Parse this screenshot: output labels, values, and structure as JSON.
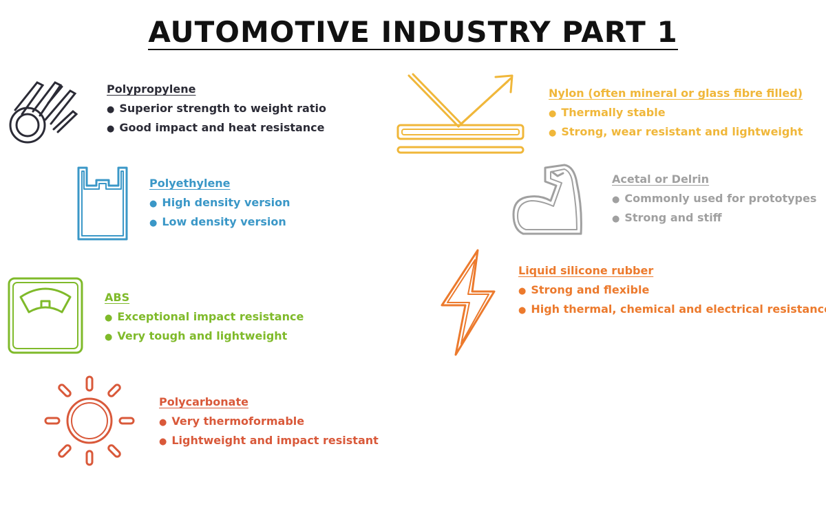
{
  "title": "AUTOMOTIVE INDUSTRY PART 1",
  "colors": {
    "dark": "#2b2b36",
    "blue": "#3a97c7",
    "green": "#7fba2a",
    "red": "#d9593a",
    "yellow": "#f0b73a",
    "gray": "#a0a0a0",
    "orange": "#ec7a2d"
  },
  "materials": [
    {
      "icon": "meteor-icon",
      "heading": "Polypropylene",
      "bullets": [
        "Superior strength to weight ratio",
        "Good impact and heat resistance"
      ]
    },
    {
      "icon": "bag-icon",
      "heading": "Polyethylene",
      "bullets": [
        "High density version",
        "Low density version"
      ]
    },
    {
      "icon": "scale-icon",
      "heading": "ABS",
      "bullets": [
        "Exceptional impact resistance",
        "Very tough and lightweight"
      ]
    },
    {
      "icon": "sun-icon",
      "heading": "Polycarbonate",
      "bullets": [
        "Very thermoformable",
        "Lightweight and impact resistant"
      ]
    },
    {
      "icon": "reflection-icon",
      "heading": "Nylon (often mineral or glass fibre filled)",
      "bullets": [
        "Thermally stable",
        "Strong, wear resistant and lightweight"
      ]
    },
    {
      "icon": "arm-muscle-icon",
      "heading": "Acetal or Delrin",
      "bullets": [
        "Commonly used for prototypes",
        "Strong and stiff"
      ]
    },
    {
      "icon": "lightning-icon",
      "heading": "Liquid silicone rubber",
      "bullets": [
        "Strong and flexible",
        "High thermal, chemical and electrical resistance"
      ]
    }
  ]
}
